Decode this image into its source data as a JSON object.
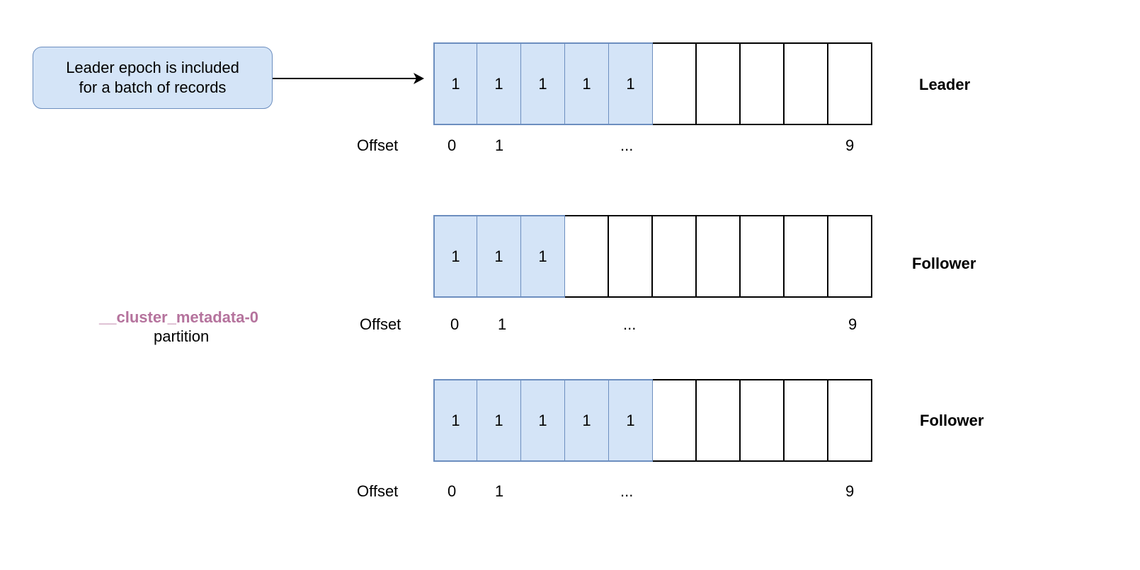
{
  "callout": {
    "line1": "Leader epoch is included",
    "line2": "for a batch of records"
  },
  "partition": {
    "name": "__cluster_metadata-0",
    "subtitle": "partition"
  },
  "colors": {
    "filled_fill": "#d4e4f7",
    "filled_stroke": "#6c8ebf",
    "partition_name": "#b5739d"
  },
  "logs": [
    {
      "role": "Leader",
      "cells": [
        "1",
        "1",
        "1",
        "1",
        "1",
        "",
        "",
        "",
        "",
        ""
      ],
      "filled_count": 5,
      "offset_label": "Offset",
      "offsets": {
        "first": "0",
        "second": "1",
        "ellipsis": "...",
        "last": "9"
      }
    },
    {
      "role": "Follower",
      "cells": [
        "1",
        "1",
        "1",
        "",
        "",
        "",
        "",
        "",
        "",
        ""
      ],
      "filled_count": 3,
      "offset_label": "Offset",
      "offsets": {
        "first": "0",
        "second": "1",
        "ellipsis": "...",
        "last": "9"
      }
    },
    {
      "role": "Follower",
      "cells": [
        "1",
        "1",
        "1",
        "1",
        "1",
        "",
        "",
        "",
        "",
        ""
      ],
      "filled_count": 5,
      "offset_label": "Offset",
      "offsets": {
        "first": "0",
        "second": "1",
        "ellipsis": "...",
        "last": "9"
      }
    }
  ]
}
